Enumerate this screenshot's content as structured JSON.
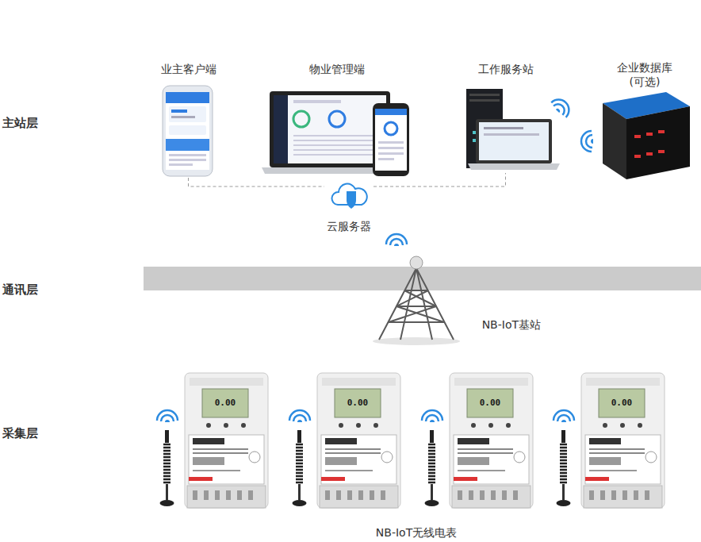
{
  "diagram": {
    "nodes": [
      {
        "text": [
          "业主客户端"
        ]
      },
      {
        "text": [
          "物业管理端"
        ]
      },
      {
        "text": [
          "工作服务站"
        ]
      },
      {
        "text": [
          "企业数据库 (可选)"
        ]
      },
      {
        "text": [
          "云服务器"
        ]
      },
      {
        "text": [
          "NB-IoT基站"
        ]
      },
      {
        "text": [
          "NB-IoT无线电表"
        ]
      }
    ],
    "edges": [
      {
        "from": 0,
        "to": 4,
        "arrow": "none"
      },
      {
        "from": 4,
        "to": 2,
        "arrow": "none"
      }
    ],
    "labels": [
      "主站层",
      "通讯层",
      "采集层",
      "0.00",
      "0.00",
      "0.00",
      "0.00"
    ]
  }
}
